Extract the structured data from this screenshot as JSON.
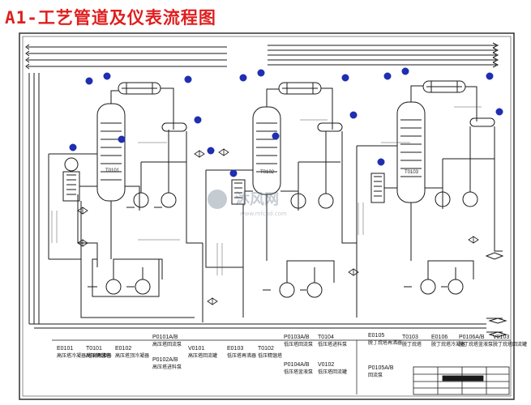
{
  "title": "A1-工艺管道及仪表流程图",
  "colors": {
    "line": "#1a1a1a",
    "frame": "#222222",
    "title": "#e01e1e",
    "instrument": "#1f2fb0"
  },
  "equipment_labels": [
    {
      "code": "E0101",
      "desc": "高压塔冷凝器/塔底再沸器"
    },
    {
      "code": "T0101",
      "desc": "高压精馏塔"
    },
    {
      "code": "E0102",
      "desc": "高压塔顶冷凝器"
    },
    {
      "code": "P0101A/B",
      "desc": "高压塔回流泵"
    },
    {
      "code": "P0102A/B",
      "desc": "高压塔进料泵"
    },
    {
      "code": "V0101",
      "desc": "高压塔回流罐"
    },
    {
      "code": "E0103",
      "desc": "低压塔再沸器"
    },
    {
      "code": "T0102",
      "desc": "低压精馏塔"
    },
    {
      "code": "P0103A/B",
      "desc": "低压塔回流泵"
    },
    {
      "code": "T0104",
      "desc": "低压塔进料泵"
    },
    {
      "code": "P0104A/B",
      "desc": "低压塔釜液泵"
    },
    {
      "code": "V0102",
      "desc": "低压塔回流罐"
    },
    {
      "code": "E0105",
      "desc": "脱丁烷塔再沸器"
    },
    {
      "code": "P0105A/B",
      "desc": "回流泵"
    },
    {
      "code": "T0103",
      "desc": "脱丁烷塔"
    },
    {
      "code": "E0106",
      "desc": "脱丁烷塔冷凝器"
    },
    {
      "code": "P0106A/B",
      "desc": "脱丁烷塔釜液泵"
    },
    {
      "code": "V0103",
      "desc": "脱丁烷塔回流罐"
    }
  ],
  "columns": [
    {
      "tag": "T0101"
    },
    {
      "tag": "T0102"
    },
    {
      "tag": "T0103"
    }
  ],
  "watermark": "沐风网",
  "watermark_sub": "www.mfcad.com"
}
